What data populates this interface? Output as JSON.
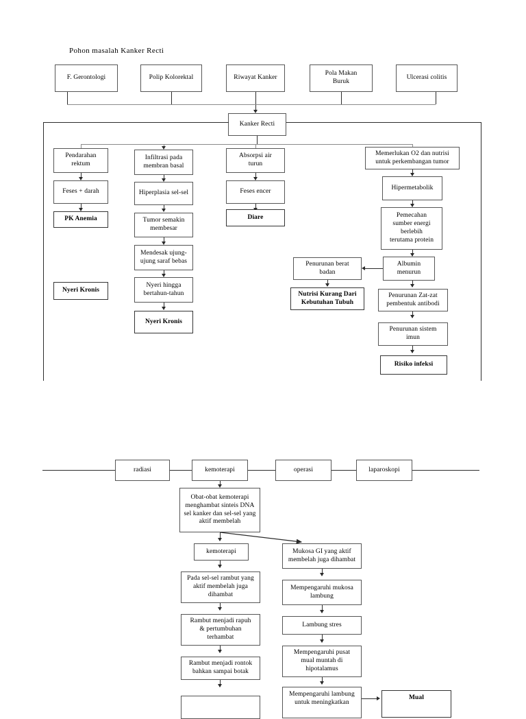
{
  "page": {
    "title": "Pohon masalah Kanker Recti",
    "background": "#ffffff",
    "line_color": "#2b2b2b",
    "box_border": "#555555"
  },
  "diagram_top": {
    "risk_factors": [
      {
        "label": "F. Gerontologi"
      },
      {
        "label": "Polip Kolorektal"
      },
      {
        "label": "Riwayat Kanker"
      },
      {
        "label": "Pola Makan\nBuruk"
      },
      {
        "label": "Ulcerasi colitis"
      }
    ],
    "root": {
      "label": "Kanker Recti"
    },
    "branch_bleeding": [
      {
        "label": "Pendarahan\nrektum",
        "bold": false
      },
      {
        "label": "Feses + darah",
        "bold": false
      },
      {
        "label": "PK Anemia",
        "bold": true
      },
      {
        "label": "Nyeri Kronis",
        "bold": true
      }
    ],
    "branch_infiltration": [
      {
        "label": "Infiltrasi pada\nmembran basal",
        "bold": false
      },
      {
        "label": "Hiperplasia sel-sel",
        "bold": false
      },
      {
        "label": "Tumor semakin\nmembesar",
        "bold": false
      },
      {
        "label": "Mendesak ujung-\nujung saraf bebas",
        "bold": false
      },
      {
        "label": "Nyeri hingga\nbertahun-tahun",
        "bold": false
      },
      {
        "label": "Nyeri Kronis",
        "bold": true
      }
    ],
    "branch_absorption": [
      {
        "label": "Absorpsi air\nturun",
        "bold": false
      },
      {
        "label": "Feses encer",
        "bold": false
      },
      {
        "label": "Diare",
        "bold": true
      }
    ],
    "branch_nutrition": [
      {
        "label": "Memerlukan O2 dan nutrisi\nuntuk perkembangan tumor",
        "bold": false
      },
      {
        "label": "Hipermetabolik",
        "bold": false
      },
      {
        "label": "Pemecahan\nsumber energi\nberlebih\nterutama protein",
        "bold": false
      },
      {
        "label": "Albumin\nmenurun",
        "bold": false
      }
    ],
    "branch_weight": [
      {
        "label": "Penurunan berat\nbadan",
        "bold": false
      },
      {
        "label": "Nutrisi Kurang Dari\nKebutuhan Tubuh",
        "bold": true
      }
    ],
    "branch_immune": [
      {
        "label": "Penurunan Zat-zat\npembentuk antibodi",
        "bold": false
      },
      {
        "label": "Penurunan sistem\nimun",
        "bold": false
      },
      {
        "label": "Risiko infeksi",
        "bold": true
      }
    ]
  },
  "diagram_bottom": {
    "treatments": [
      {
        "label": "radiasi"
      },
      {
        "label": "kemoterapi"
      },
      {
        "label": "operasi"
      },
      {
        "label": "laparoskopi"
      }
    ],
    "mechanism": {
      "label": "Obat-obat kemoterapi\nmenghambat sinteis DNA\nsel kanker dan sel-sel yang\naktif membelah"
    },
    "branch_hair": [
      {
        "label": "kemoterapi",
        "bold": false
      },
      {
        "label": "Pada sel-sel rambut yang\naktif membelah juga\ndihambat",
        "bold": false
      },
      {
        "label": "Rambut menjadi rapuh\n& pertumbuhan\nterhambat",
        "bold": false
      },
      {
        "label": "Rambut menjadi rontok\nbahkan sampai botak",
        "bold": false
      }
    ],
    "branch_gi": [
      {
        "label": "Mukosa GI yang aktif\nmembelah juga dihambat",
        "bold": false
      },
      {
        "label": "Mempengaruhi mukosa\nlambung",
        "bold": false
      },
      {
        "label": "Lambung stres",
        "bold": false
      },
      {
        "label": "Mempengaruhi pusat\nmual muntah di\nhipotalamus",
        "bold": false
      },
      {
        "label": "Mempengaruhi lambung\nuntuk meningkatkan",
        "bold": false
      }
    ],
    "outcome": {
      "label": "Mual",
      "bold": true
    }
  }
}
